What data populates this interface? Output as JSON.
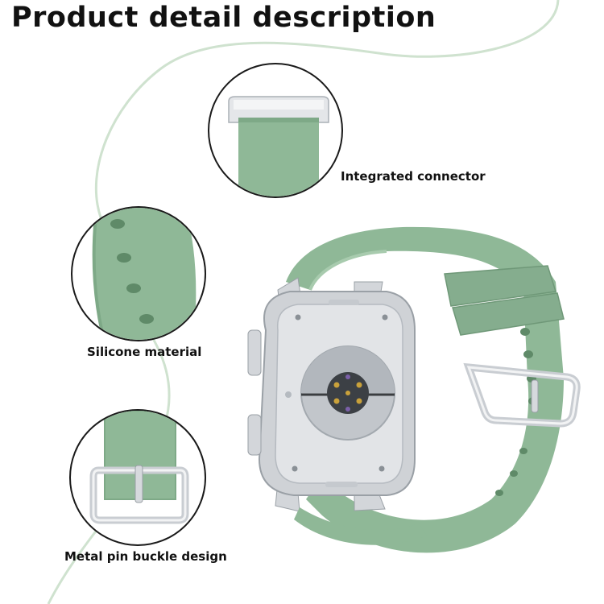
{
  "page": {
    "title": "Product detail description",
    "strap_color": "#8fb897",
    "metal_color": "#d3d6da"
  },
  "features": [
    {
      "label": "Integrated connector",
      "icon": "connector-closeup"
    },
    {
      "label": "Silicone material",
      "icon": "strap-holes-closeup"
    },
    {
      "label": "Metal pin buckle design",
      "icon": "buckle-closeup"
    }
  ]
}
